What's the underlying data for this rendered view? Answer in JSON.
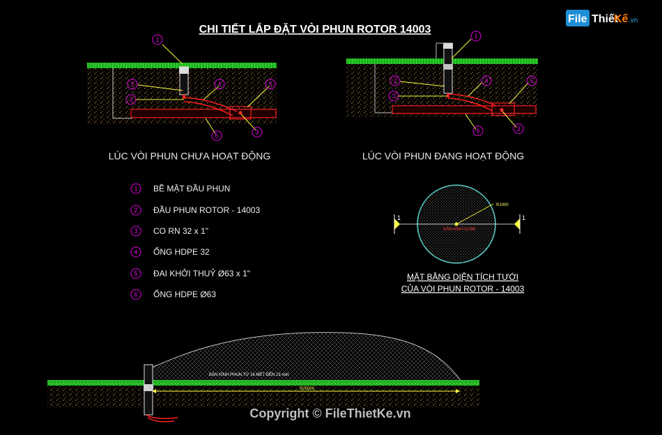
{
  "title": "CHI TIẾT LẮP ĐẶT VÒI PHUN ROTOR 14003",
  "captions": {
    "left": "LÚC VÒI PHUN CHƯA HOẠT ĐỘNG",
    "right": "LÚC VÒI PHUN ĐANG HOẠT ĐỘNG"
  },
  "legend": [
    {
      "num": "1",
      "label": "BỀ MẶT ĐẦU PHUN"
    },
    {
      "num": "2",
      "label": "ĐẦU PHUN ROTOR - 14003"
    },
    {
      "num": "3",
      "label": "CO RN 32 x 1\""
    },
    {
      "num": "4",
      "label": "ỐNG HDPE 32"
    },
    {
      "num": "5",
      "label": "ĐAI KHỞI THUỶ Ø63 x 1\""
    },
    {
      "num": "6",
      "label": "ỐNG HDPE Ø63"
    }
  ],
  "plan": {
    "line1": "MẶT BẰNG DIỆN TÍCH TƯỚI",
    "line2": "CỦA VÒI PHUN ROTOR - 14003",
    "section_mark": "1",
    "radius_label": "R1000",
    "center_label": "BÁN KÍNH 11000"
  },
  "profile": {
    "spray_label": "BÁN KÍNH PHUN TỪ 16 MÉT ĐẾN 23 mét",
    "dimension_label": "R25000"
  },
  "watermark": {
    "copyright": "Copyright © FileThietKe.vn",
    "logo_file": "File",
    "logo_thiet": "Thiết",
    "logo_ke": "Kế",
    "logo_vn": ".vn"
  },
  "colors": {
    "grass": "#2ee62e",
    "soil": "#c8a060",
    "pipe": "#ff2020",
    "callout": "#e000e0",
    "leader": "#ffff40",
    "spray": "#b0b0b0",
    "circle": "#5fd0d0",
    "background": "#000000"
  }
}
